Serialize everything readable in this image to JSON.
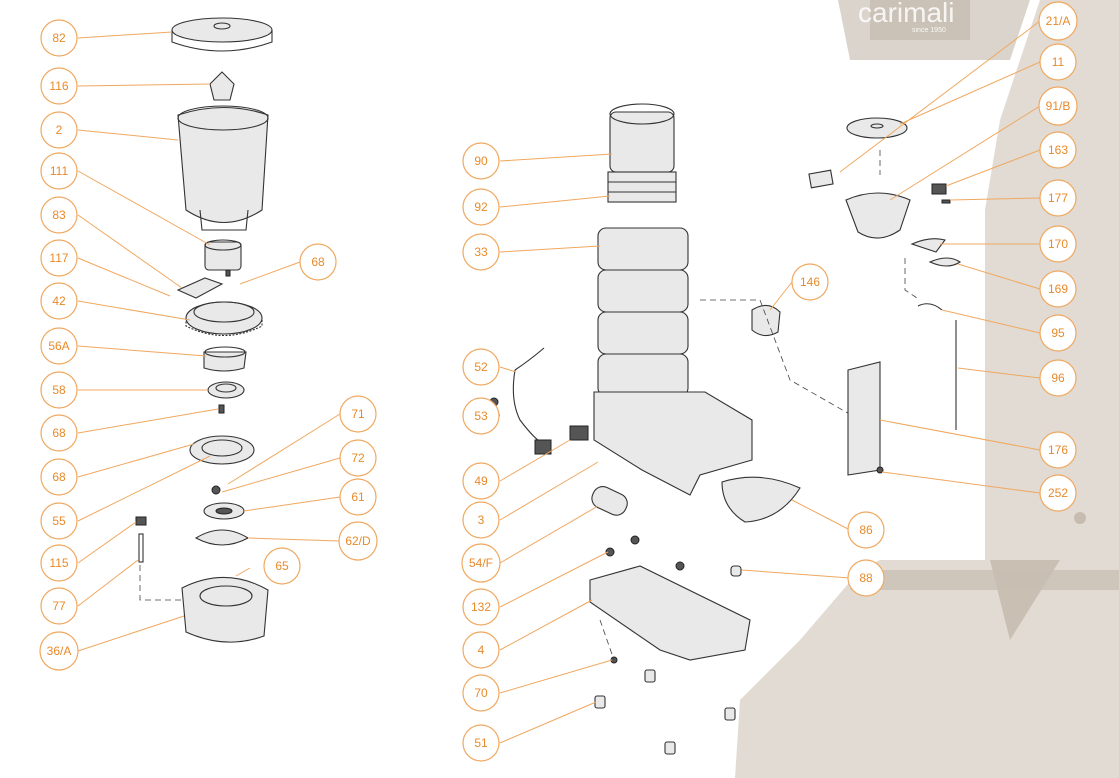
{
  "brand": {
    "logo_text": "carimali",
    "since_text": "since 1950"
  },
  "colors": {
    "callout": "#e88a2a",
    "callout_stroke": "#f0a860",
    "photo": "#d9d2c8"
  },
  "callouts": [
    "82",
    "116",
    "2",
    "111",
    "83",
    "117",
    "68",
    "42",
    "56A",
    "58",
    "68",
    "68",
    "55",
    "71",
    "72",
    "61",
    "62/D",
    "115",
    "65",
    "77",
    "36/A",
    "90",
    "92",
    "33",
    "146",
    "52",
    "53",
    "49",
    "3",
    "86",
    "54/F",
    "88",
    "132",
    "4",
    "70",
    "51",
    "21/A",
    "11",
    "91/B",
    "163",
    "177",
    "170",
    "169",
    "95",
    "96",
    "176",
    "252"
  ]
}
